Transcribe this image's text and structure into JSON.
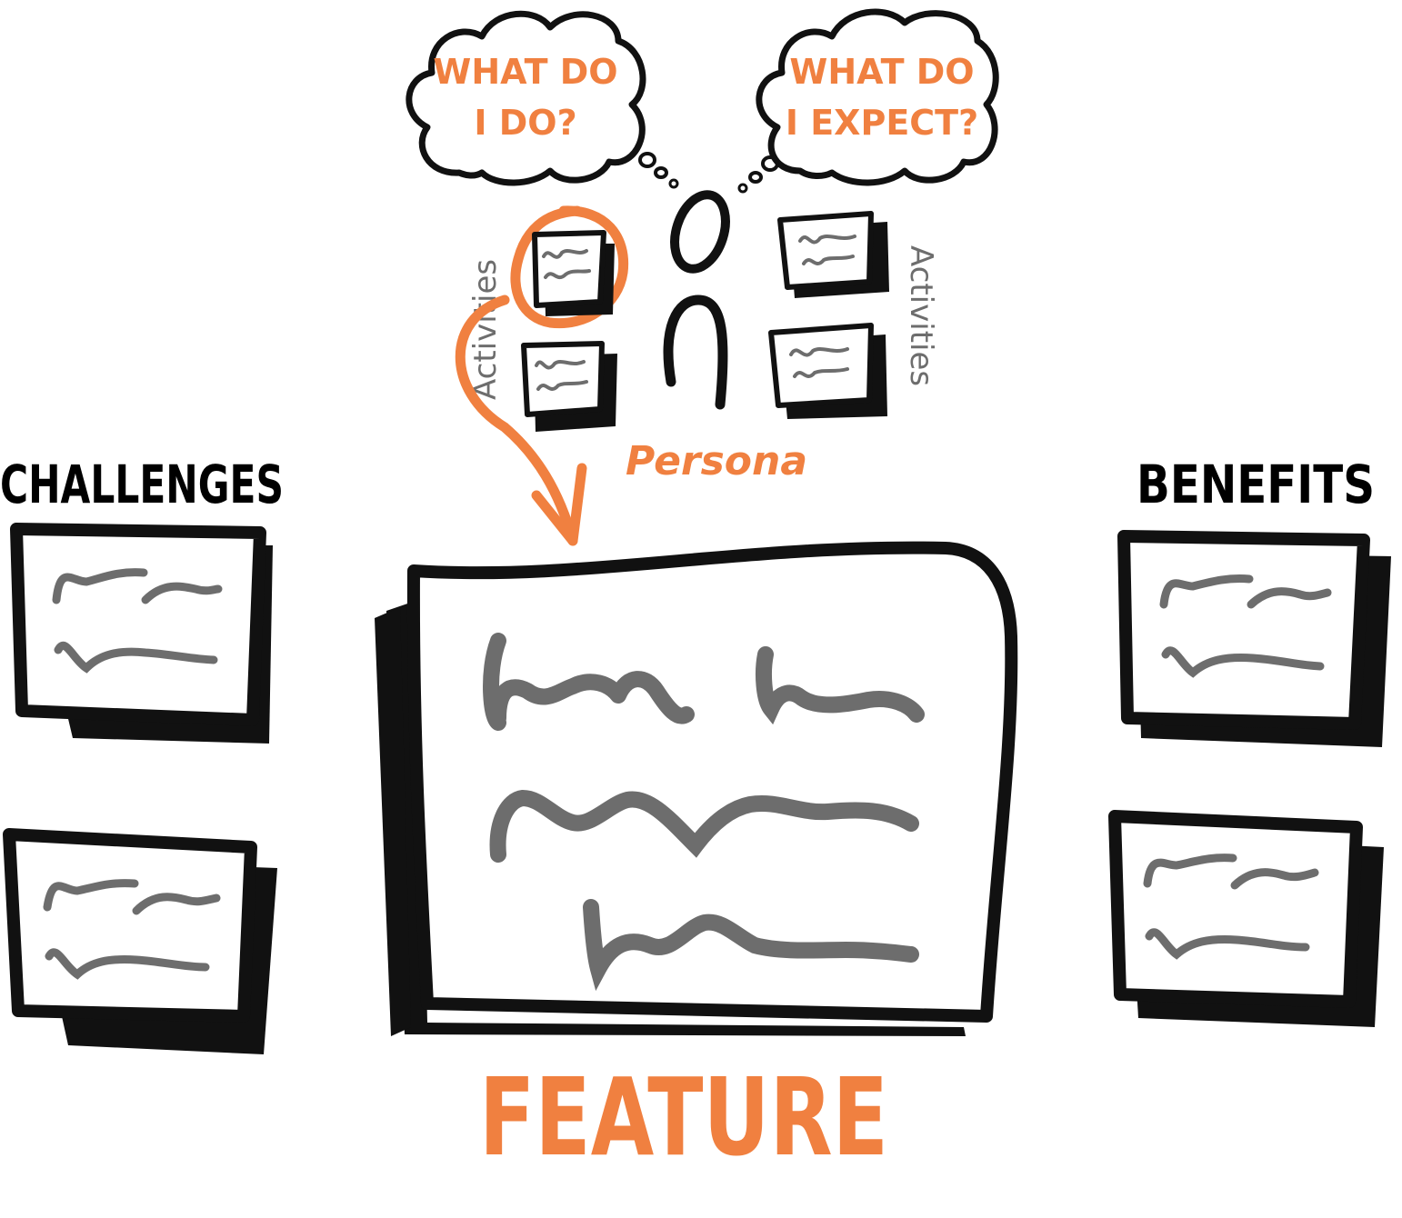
{
  "colors": {
    "ink": "#111111",
    "accent": "#F08040",
    "scribble": "#6d6d6d"
  },
  "thoughts": {
    "left": {
      "line1": "WHAT DO",
      "line2": "I DO?"
    },
    "right": {
      "line1": "WHAT DO",
      "line2": "I EXPECT?"
    }
  },
  "labels": {
    "activities_left": "Activities",
    "activities_right": "Activities",
    "persona": "Persona",
    "challenges": "CHALLENGES",
    "benefits": "BENEFITS",
    "feature": "FEATURE"
  }
}
